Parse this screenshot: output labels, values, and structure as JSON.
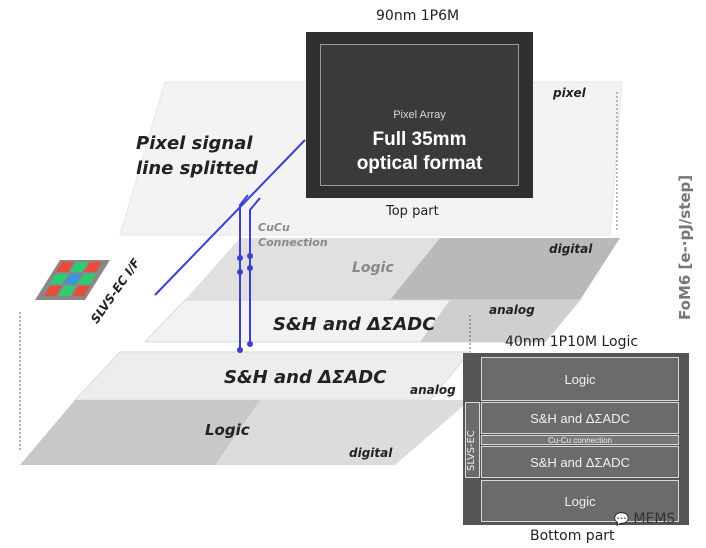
{
  "top_die": {
    "process_label": "90nm 1P6M",
    "caption": "Top part",
    "array_label": "Pixel Array",
    "format_line1": "Full 35mm",
    "format_line2": "optical format",
    "layer_label": "pixel"
  },
  "stack": {
    "signal_line1": "Pixel signal",
    "signal_line2": "line splitted",
    "cucu_line1": "CuCu",
    "cucu_line2": "Connection",
    "upper_logic": "Logic",
    "upper_digital": "digital",
    "upper_analog": "analog",
    "upper_adc": "S&H and ΔΣADC",
    "lower_adc": "S&H and ΔΣADC",
    "lower_analog": "analog",
    "lower_logic": "Logic",
    "lower_digital": "digital",
    "interface": "SLVS-EC I/F"
  },
  "bottom_die": {
    "process_label": "40nm 1P10M Logic",
    "caption": "Bottom part",
    "blocks": [
      "Logic",
      "S&H and ΔΣADC",
      "Cu-Cu connection",
      "S&H and ΔΣADC",
      "Logic"
    ],
    "side_label": "SLVS-EC"
  },
  "side_axis_label": "FoM6 [e-·pJ/step]",
  "watermark": "MEMS",
  "colors": {
    "signal_line": "#3a3fd0",
    "die_dark": "#2f2f2f",
    "layer_gray": "#cfcfcf"
  }
}
